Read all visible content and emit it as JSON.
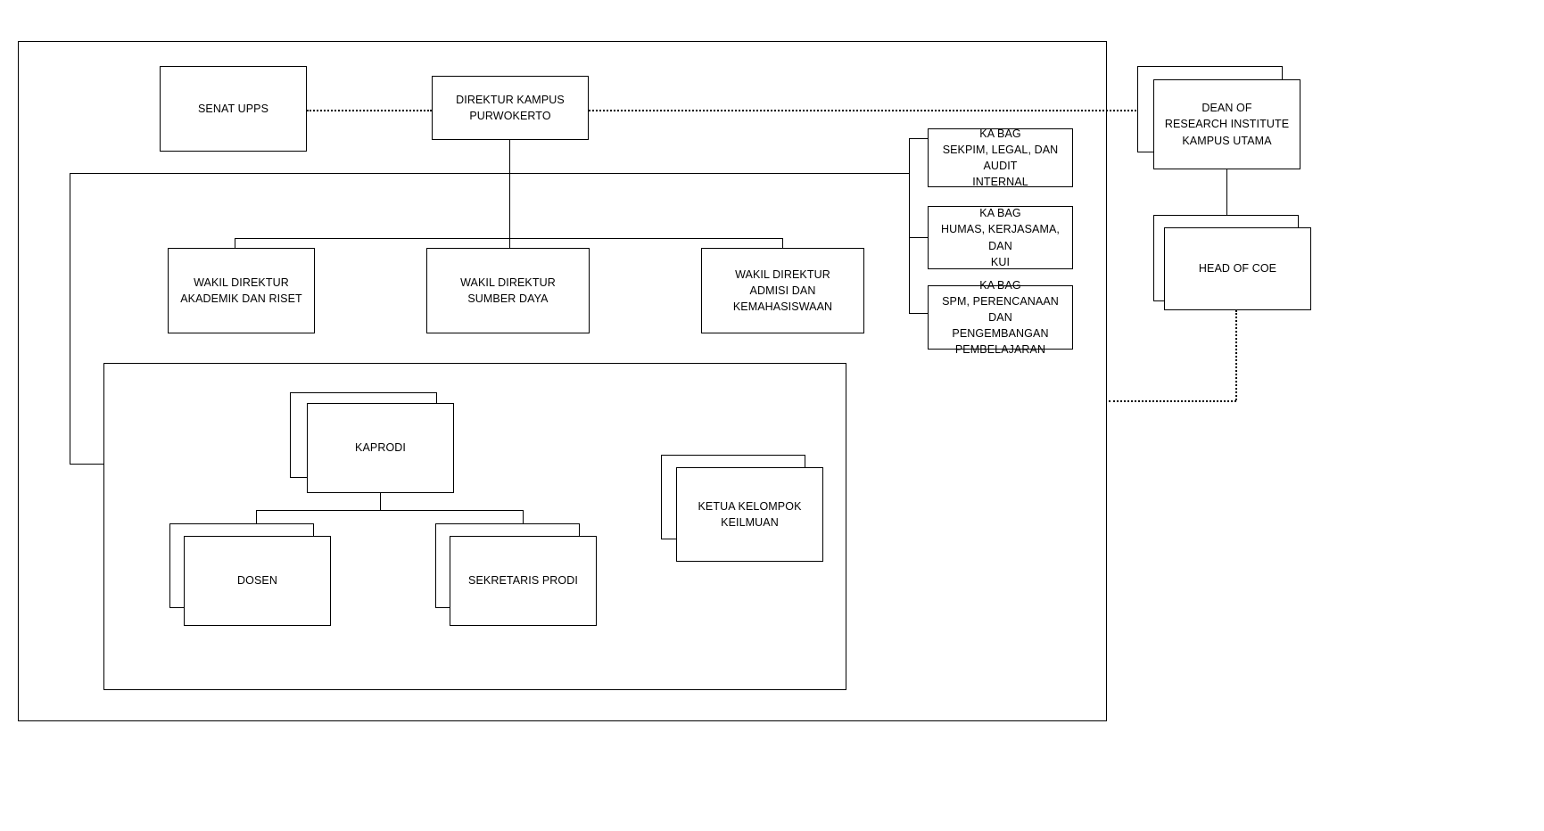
{
  "diagram": {
    "title_text": "",
    "type": "organizational-chart",
    "line_color": "#000000",
    "box_fill": "#ffffff",
    "nodes": {
      "senat_upps": "SENAT UPPS",
      "direktur_kampus": "DIREKTUR KAMPUS\nPURWOKERTO",
      "wakil_akademik": "WAKIL DIREKTUR\nAKADEMIK DAN RISET",
      "wakil_sumber_daya": "WAKIL DIREKTUR\nSUMBER DAYA",
      "wakil_admisi": "WAKIL DIREKTUR\nADMISI DAN KEMAHASISWAAN",
      "kabag_sekpim": "KA BAG\nSEKPIM, LEGAL, DAN AUDIT\nINTERNAL",
      "kabag_humas": "KA BAG\nHUMAS, KERJASAMA, DAN\nKUI",
      "kabag_spm": "KA BAG\nSPM, PERENCANAAN DAN\nPENGEMBANGAN\nPEMBELAJARAN",
      "kaprodi": "KAPRODI",
      "dosen": "DOSEN",
      "sekretaris_prodi": "SEKRETARIS PRODI",
      "ketua_kelompok_keilmuan": "KETUA KELOMPOK\nKEILMUAN",
      "dean_research_institute": "DEAN OF\nRESEARCH INSTITUTE\nKAMPUS UTAMA",
      "head_of_coe": "HEAD OF COE"
    }
  }
}
